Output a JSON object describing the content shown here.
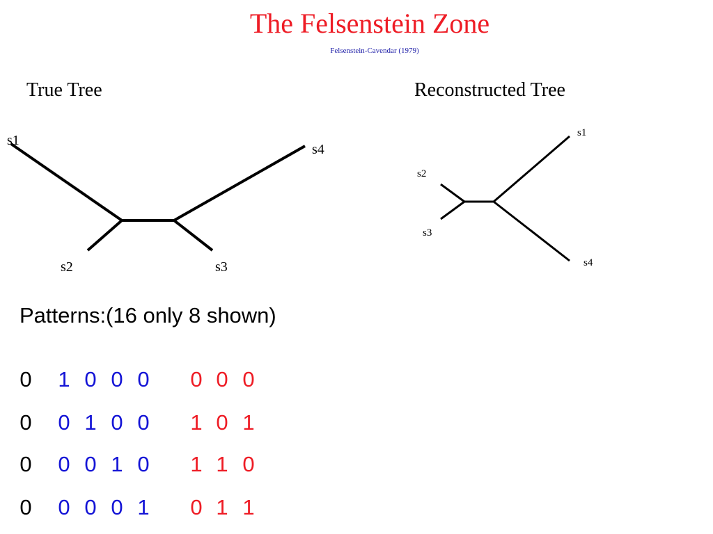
{
  "title": "The Felsenstein Zone",
  "subtitle": "Felsenstein-Cavendar (1979)",
  "true_tree": {
    "heading": "True Tree",
    "leaves": {
      "s1": "s1",
      "s2": "s2",
      "s3": "s3",
      "s4": "s4"
    }
  },
  "reconstructed_tree": {
    "heading": "Reconstructed Tree",
    "leaves": {
      "s1": "s1",
      "s2": "s2",
      "s3": "s3",
      "s4": "s4"
    }
  },
  "patterns": {
    "label": "Patterns:(16 only 8 shown)",
    "rows": [
      {
        "first": "0",
        "blue": [
          "1",
          "0",
          "0",
          "0"
        ],
        "red": [
          "0",
          "0",
          "0"
        ]
      },
      {
        "first": "0",
        "blue": [
          "0",
          "1",
          "0",
          "0"
        ],
        "red": [
          "1",
          "0",
          "1"
        ]
      },
      {
        "first": "0",
        "blue": [
          "0",
          "0",
          "1",
          "0"
        ],
        "red": [
          "1",
          "1",
          "0"
        ]
      },
      {
        "first": "0",
        "blue": [
          "0",
          "0",
          "0",
          "1"
        ],
        "red": [
          "0",
          "1",
          "1"
        ]
      }
    ]
  },
  "colors": {
    "title": "#ee1c25",
    "blue_digits": "#1414d6",
    "red_digits": "#ee1c25"
  }
}
